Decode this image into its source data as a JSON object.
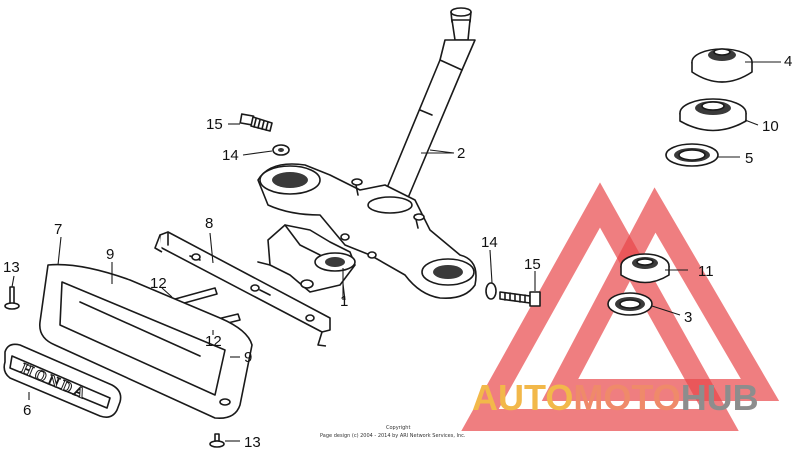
{
  "callouts": {
    "c1": "1",
    "c2": "2",
    "c3": "3",
    "c4": "4",
    "c5": "5",
    "c6": "6",
    "c7": "7",
    "c8": "8",
    "c9a": "9",
    "c9b": "9",
    "c10": "10",
    "c11": "11",
    "c12a": "12",
    "c12b": "12",
    "c13a": "13",
    "c13b": "13",
    "c14a": "14",
    "c14b": "14",
    "c15a": "15",
    "c15b": "15"
  },
  "emblem_text": "HONDA",
  "copyright": {
    "line1": "Copyright",
    "line2": "Page design (c) 2004 - 2014 by ARI Network Services, Inc."
  },
  "watermark": {
    "part1": "AUTO",
    "part2": "MOTO",
    "part3": "HUB",
    "triangle_color": "#e8474a",
    "colors": {
      "auto": "#f2b84a",
      "moto": "#ef8a6a",
      "hub": "#8d8d8d"
    }
  }
}
